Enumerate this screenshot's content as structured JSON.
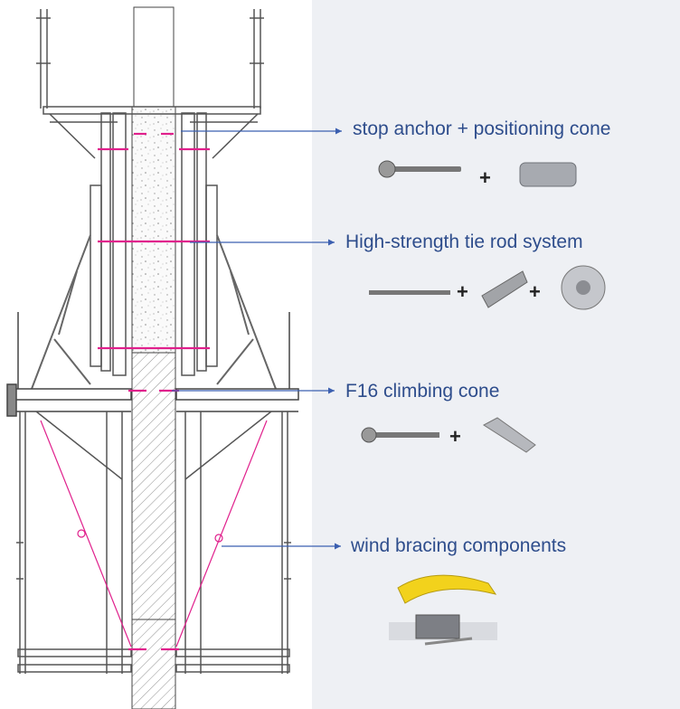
{
  "callouts": [
    {
      "label": "stop anchor + positioning cone",
      "parts": [
        "anchor-screw",
        "positioning-cone"
      ],
      "plus": [
        "+"
      ]
    },
    {
      "label": "High-strength tie rod system",
      "parts": [
        "tie-rod",
        "cone-nut",
        "wing-nut"
      ],
      "plus": [
        "+",
        "+"
      ]
    },
    {
      "label": "F16 climbing cone",
      "parts": [
        "bolt",
        "climbing-cone"
      ],
      "plus": [
        "+"
      ]
    },
    {
      "label": "wind bracing components",
      "parts": [
        "ratchet-strap-with-turnbuckle"
      ],
      "plus": []
    }
  ],
  "colors": {
    "line": "#3b5fb0",
    "text": "#2e4d8c",
    "magenta": "#e0208c",
    "frame": "#555555",
    "background": "#eef0f4",
    "strap": "#f2d21c"
  }
}
